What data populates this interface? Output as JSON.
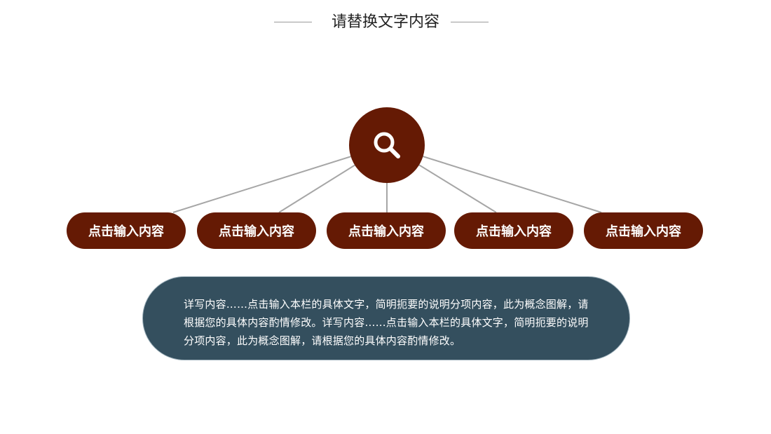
{
  "title": "请替换文字内容",
  "hub": {
    "icon": "search-icon",
    "color": "#651a04"
  },
  "nodes": [
    {
      "label": "点击输入内容"
    },
    {
      "label": "点击输入内容"
    },
    {
      "label": "点击输入内容"
    },
    {
      "label": "点击输入内容"
    },
    {
      "label": "点击输入内容"
    }
  ],
  "description": "详写内容……点击输入本栏的具体文字，简明扼要的说明分项内容，此为概念图解，请根据您的具体内容酌情修改。详写内容……点击输入本栏的具体文字，简明扼要的说明分项内容，此为概念图解，请根据您的具体内容酌情修改。",
  "colors": {
    "node_fill": "#651a04",
    "description_fill": "#344f5e",
    "connector": "#a6a6a6"
  }
}
